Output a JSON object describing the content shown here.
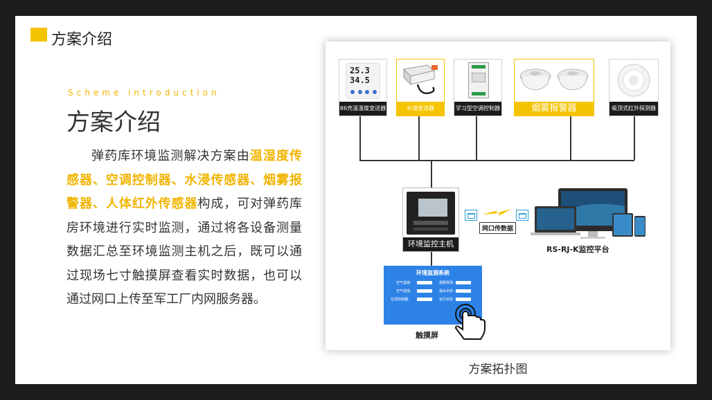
{
  "header": {
    "title": "方案介绍"
  },
  "intro": {
    "en_subtitle": "Scheme introduction",
    "title": "方案介绍",
    "body_pre": "弹药库环境监测解决方案由",
    "body_highlight": "温湿度传感器、空调控制器、水浸传感器、烟雾报警器、人体红外传感器",
    "body_post": "构成，可对弹药库房环境进行实时监测，通过将各设备测量数据汇总至环境监测主机之后，既可以通过现场七寸触摸屏查看实时数据，也可以通过网口上传至军工厂内网服务器。"
  },
  "diagram": {
    "caption": "方案拓扑图",
    "devices": [
      {
        "label": "86壳温湿度变送器",
        "readout_top": "25.3",
        "readout_bottom": "34.5"
      },
      {
        "label": "水浸变送器"
      },
      {
        "label": "学习型空调控制器"
      },
      {
        "label": "烟雾报警器"
      },
      {
        "label": "吸顶式红外探测器"
      }
    ],
    "host_label": "环境监控主机",
    "network_label": "网口传数据",
    "platform_label": "RS-RJ-K监控平台",
    "touch_caption": "触摸屏",
    "touch_screen": {
      "title": "环境监测系统",
      "fields": [
        "空气温度:",
        "空气湿度:",
        "空调控制器:",
        "烟雾探测:",
        "漏水状态:",
        "运行状态:"
      ]
    }
  },
  "colors": {
    "accent": "#f5c400",
    "highlight_text": "#f0b400",
    "frame": "#1c1c1c",
    "touch_screen": "#2d82e6"
  }
}
